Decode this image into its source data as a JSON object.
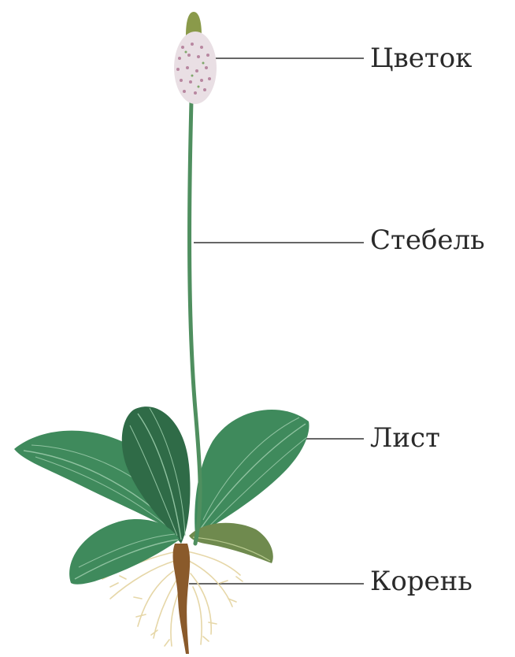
{
  "diagram": {
    "labels": {
      "flower": "Цветок",
      "stem": "Стебель",
      "leaf": "Лист",
      "root": "Корень"
    },
    "colors": {
      "leaf_fill": "#3f8a5c",
      "leaf_dark": "#2f6b47",
      "leaf_vein": "#8fc2a0",
      "stem": "#4f8f5f",
      "flower_fill": "#e9dfe4",
      "flower_dots": "#b887a0",
      "flower_tip": "#8a9a4a",
      "root_main": "#8a5a2b",
      "root_fine": "#e6d7a8",
      "leader_line": "#333333"
    }
  }
}
